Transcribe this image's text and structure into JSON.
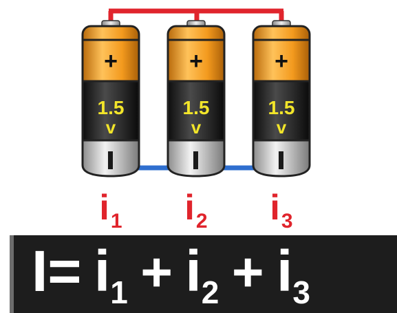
{
  "colors": {
    "wire_positive": "#e0242c",
    "wire_negative": "#2f6fcf",
    "battery_top": "#f39a1e",
    "battery_body": "#2c2c2c",
    "battery_base": "#c9c9c9",
    "voltage_text": "#f2e52a",
    "current_label": "#e0242c",
    "formula_bg": "#1d1d1d",
    "formula_text": "#ffffff"
  },
  "batteries": [
    {
      "polarity": "+",
      "voltage": "1.5",
      "unit": "v"
    },
    {
      "polarity": "+",
      "voltage": "1.5",
      "unit": "v"
    },
    {
      "polarity": "+",
      "voltage": "1.5",
      "unit": "v"
    }
  ],
  "currents": [
    {
      "symbol": "i",
      "index": "1"
    },
    {
      "symbol": "i",
      "index": "2"
    },
    {
      "symbol": "i",
      "index": "3"
    }
  ],
  "formula": {
    "total": "I",
    "equals": "=",
    "plus": "+",
    "terms": [
      {
        "symbol": "i",
        "index": "1"
      },
      {
        "symbol": "i",
        "index": "2"
      },
      {
        "symbol": "i",
        "index": "3"
      }
    ]
  }
}
